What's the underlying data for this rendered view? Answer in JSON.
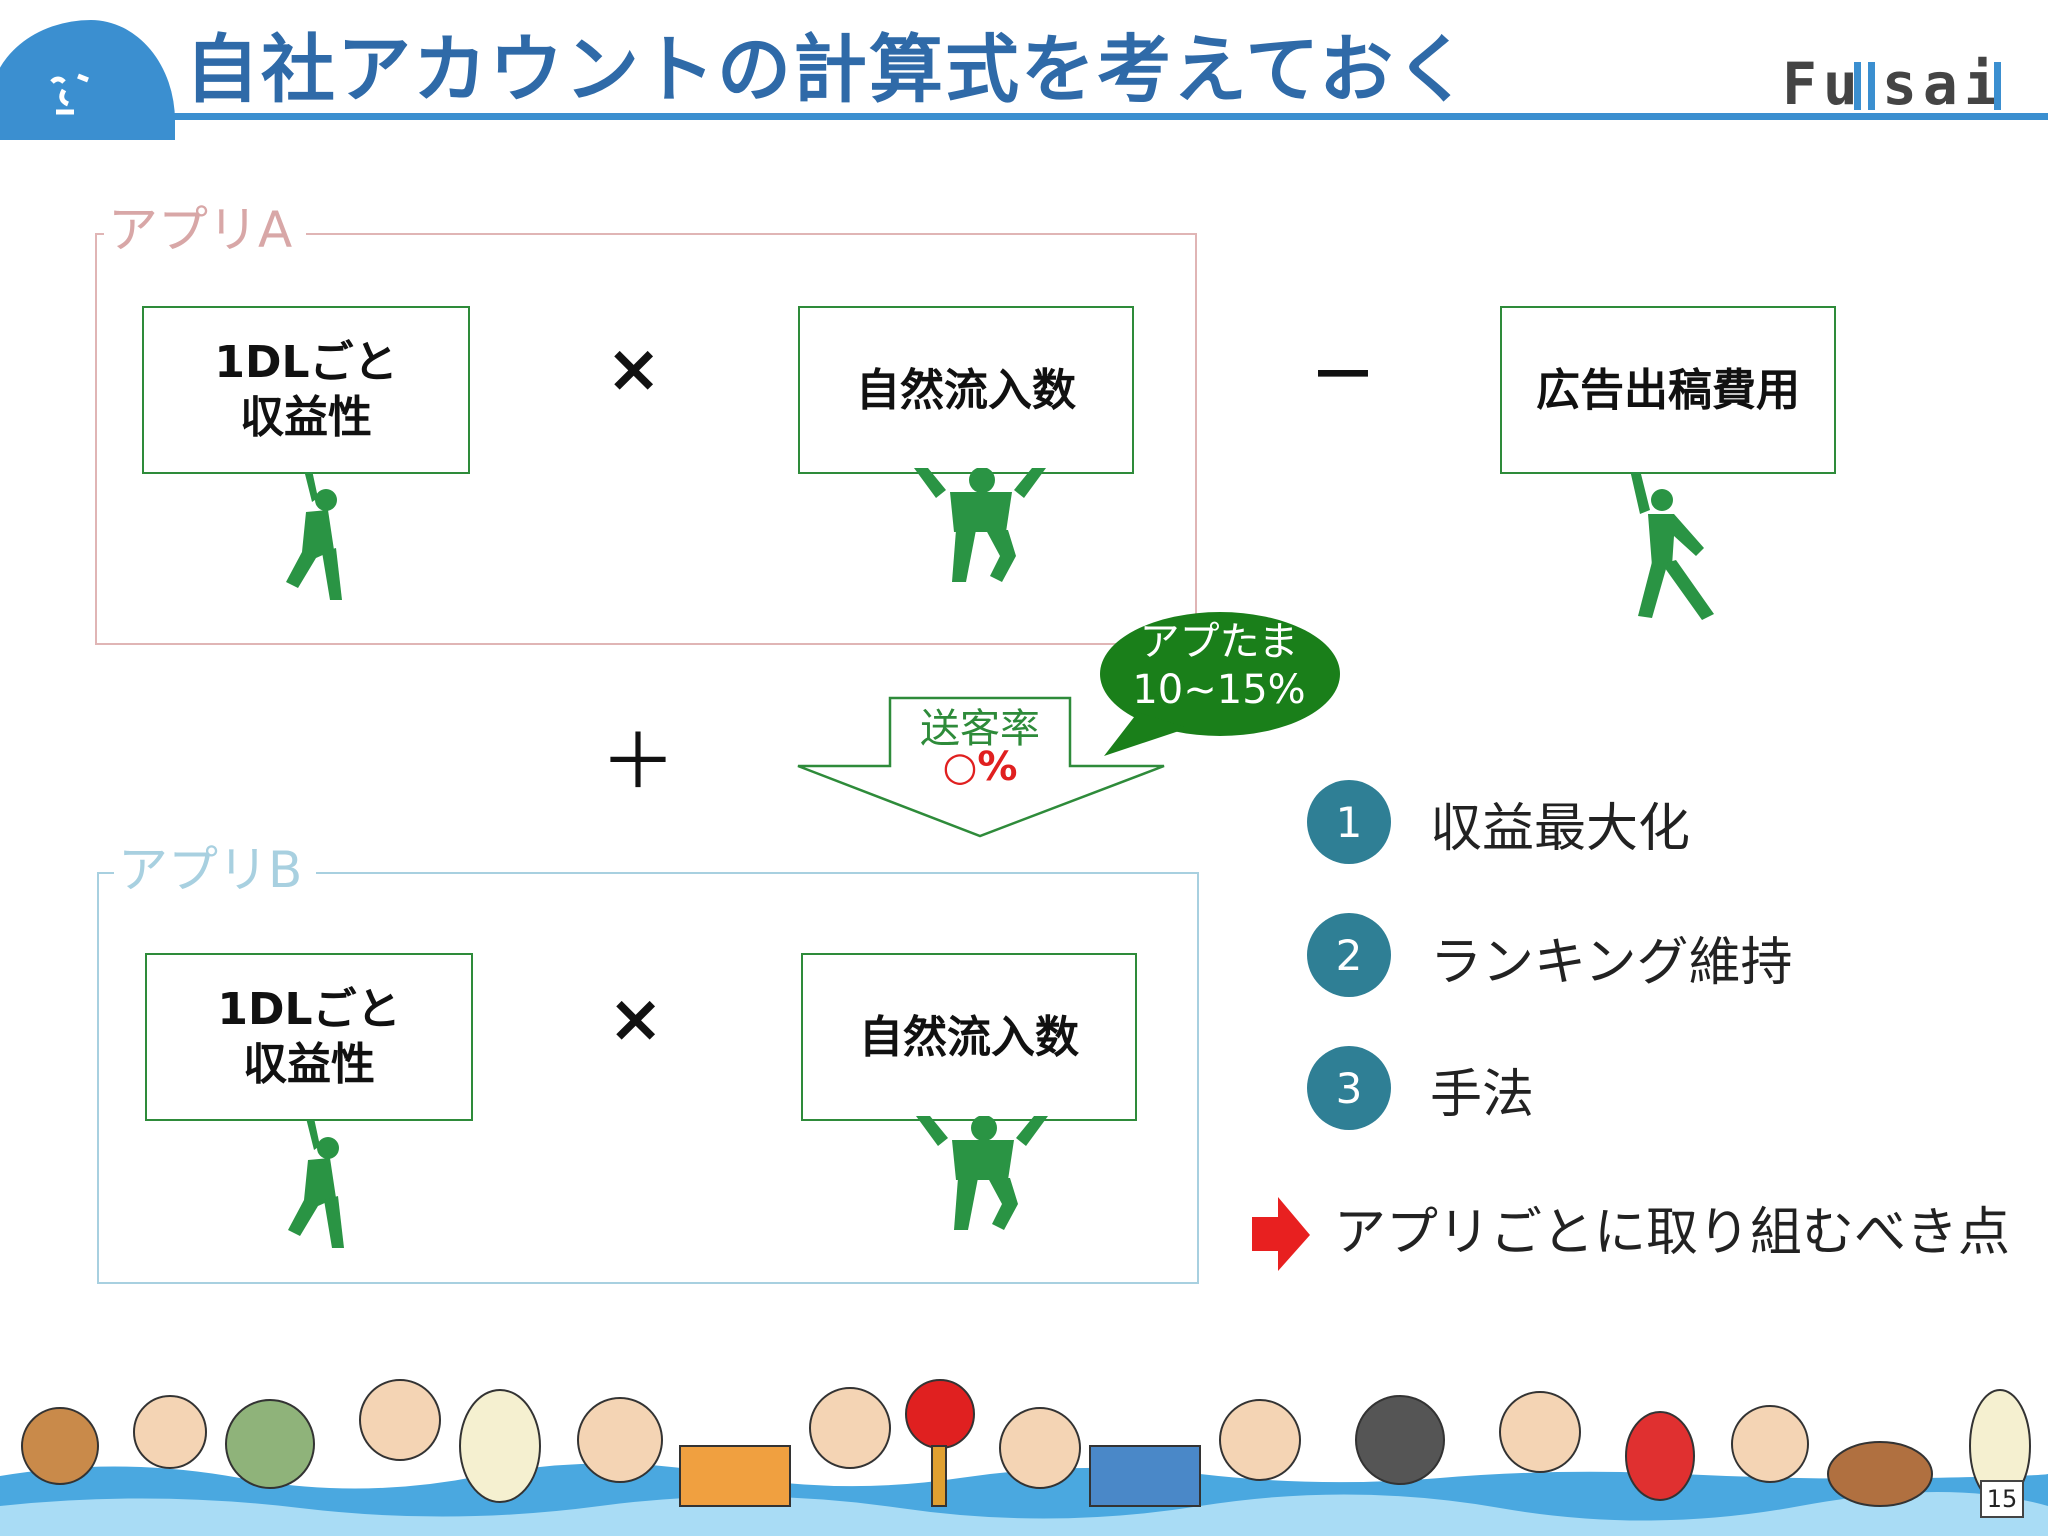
{
  "header": {
    "title": "自社アカウントの計算式を考えておく",
    "logo": "Fullsail"
  },
  "app_a": {
    "label": "アプリA",
    "box1": "1DLごと\n収益性",
    "operator1": "×",
    "box2": "自然流入数"
  },
  "minus_operator": "－",
  "ad_cost_box": "広告出稿費用",
  "plus_operator": "＋",
  "arrow": {
    "line1": "送客率",
    "line2": "○%"
  },
  "bubble": {
    "text": "アプたま\n10~15%"
  },
  "app_b": {
    "label": "アプリB",
    "box1": "1DLごと\n収益性",
    "operator1": "×",
    "box2": "自然流入数"
  },
  "list": [
    {
      "number": "1",
      "label": "収益最大化"
    },
    {
      "number": "2",
      "label": "ランキング維持"
    },
    {
      "number": "3",
      "label": "手法"
    }
  ],
  "note": "アプリごとに取り組むべき点",
  "page_number": "15",
  "colors": {
    "header_blue": "#3b8fd0",
    "title_blue": "#2f6aa8",
    "green": "#2e8b3a",
    "figure_green": "#2a9444",
    "bubble_green": "#1a7f1a",
    "number_teal": "#2f7f95",
    "red_arrow": "#e82020"
  }
}
